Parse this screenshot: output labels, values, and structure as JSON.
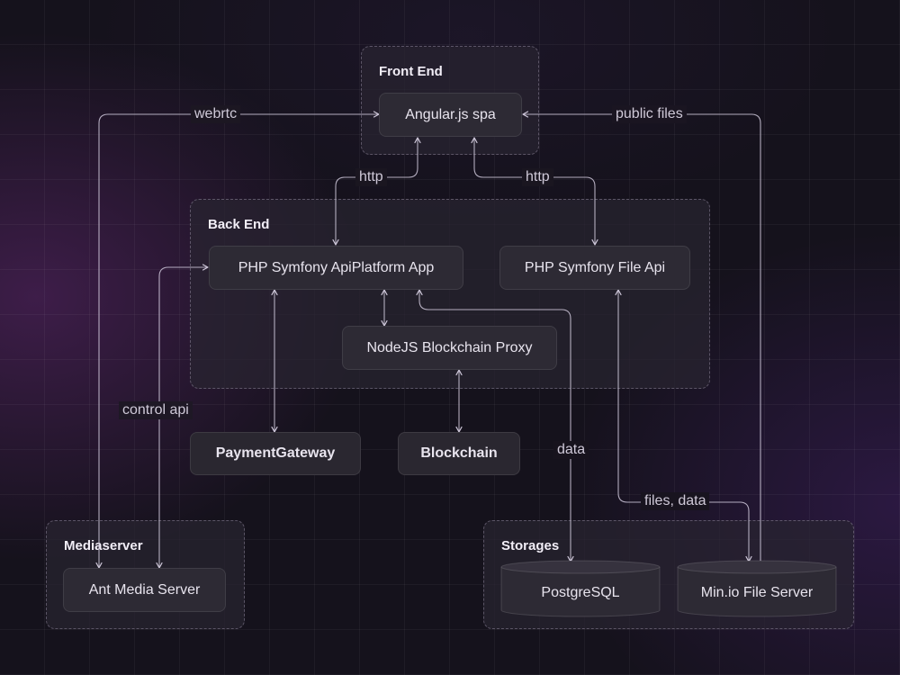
{
  "groups": {
    "frontend": "Front End",
    "backend": "Back End",
    "mediaserver": "Mediaserver",
    "storages": "Storages"
  },
  "nodes": {
    "angular": "Angular.js spa",
    "php_api": "PHP Symfony ApiPlatform App",
    "php_file_api": "PHP Symfony File Api",
    "nodejs_proxy": "NodeJS Blockchain Proxy",
    "payment_gateway": "PaymentGateway",
    "blockchain": "Blockchain",
    "ant_media": "Ant Media Server",
    "postgres": "PostgreSQL",
    "minio": "Min.io File Server"
  },
  "edges": {
    "webrtc": "webrtc",
    "public_files": "public files",
    "http_api": "http",
    "http_file": "http",
    "control_api": "control api",
    "data": "data",
    "files_data": "files, data"
  },
  "colors": {
    "background": "#15121c",
    "group_fill": "#28242f",
    "node_fill": "#2d2a34",
    "line": "#cfc8da",
    "text": "#e8e4ee"
  }
}
